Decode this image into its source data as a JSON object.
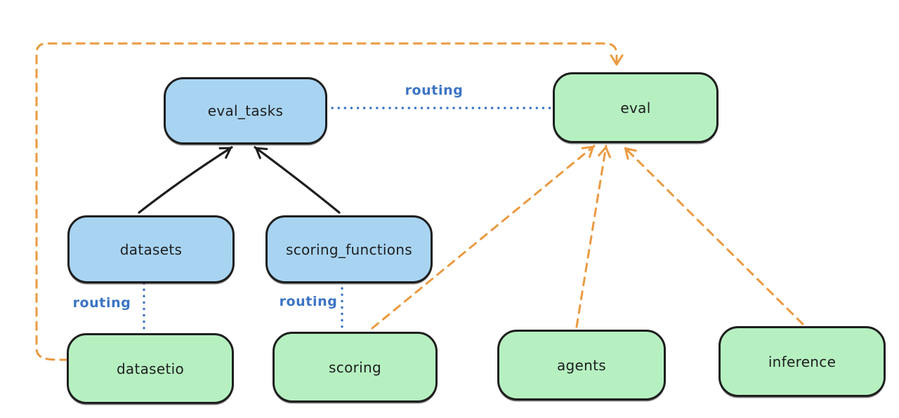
{
  "colors": {
    "canvas_bg": "#ffffff",
    "blue_fill": "#a8d4f2",
    "green_fill": "#b6f0c1",
    "stroke_dark": "#1e1e1e",
    "routing_blue": "#3b74c4",
    "edge_orange": "#ea9a41"
  },
  "nodes": {
    "eval_tasks": {
      "label": "eval_tasks"
    },
    "eval": {
      "label": "eval"
    },
    "datasets": {
      "label": "datasets"
    },
    "scoring_functions": {
      "label": "scoring_functions"
    },
    "datasetio": {
      "label": "datasetio"
    },
    "scoring": {
      "label": "scoring"
    },
    "agents": {
      "label": "agents"
    },
    "inference": {
      "label": "inference"
    }
  },
  "edges": [
    {
      "from": "eval_tasks",
      "to": "eval",
      "style": "dotted",
      "color": "#3b74c4",
      "label": "routing"
    },
    {
      "from": "datasets",
      "to": "eval_tasks",
      "style": "solid-arrow",
      "color": "#1e1e1e",
      "label": ""
    },
    {
      "from": "scoring_functions",
      "to": "eval_tasks",
      "style": "solid-arrow",
      "color": "#1e1e1e",
      "label": ""
    },
    {
      "from": "datasets",
      "to": "datasetio",
      "style": "dotted",
      "color": "#3b74c4",
      "label": "routing"
    },
    {
      "from": "scoring_functions",
      "to": "scoring",
      "style": "dotted",
      "color": "#3b74c4",
      "label": "routing"
    },
    {
      "from": "scoring",
      "to": "eval",
      "style": "dashed-arrow",
      "color": "#ea9a41",
      "label": ""
    },
    {
      "from": "agents",
      "to": "eval",
      "style": "dashed-arrow",
      "color": "#ea9a41",
      "label": ""
    },
    {
      "from": "inference",
      "to": "eval",
      "style": "dashed-arrow",
      "color": "#ea9a41",
      "label": ""
    },
    {
      "from": "datasetio",
      "to": "eval",
      "style": "dashed-arrow",
      "color": "#ea9a41",
      "label": ""
    }
  ]
}
